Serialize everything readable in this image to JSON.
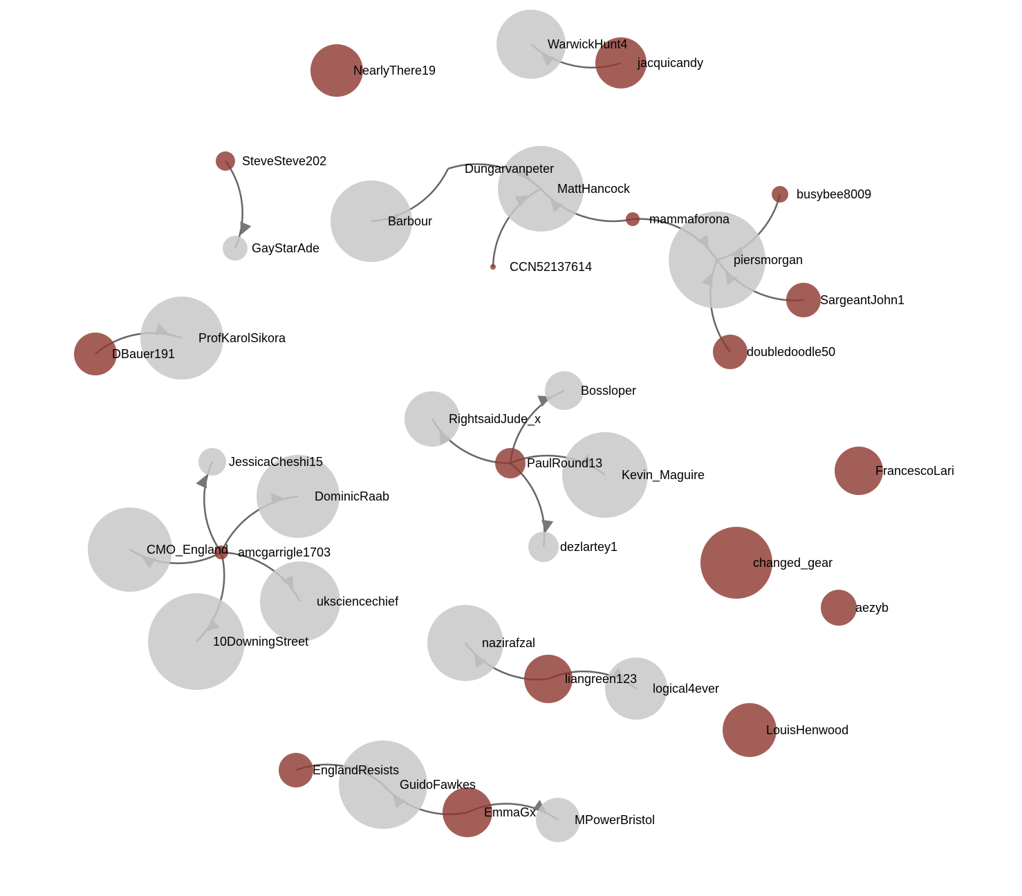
{
  "colors": {
    "highlighted": "#8f3a33",
    "default": "#c8c8c8",
    "edge": "#666666"
  },
  "nodes": [
    {
      "id": "NearlyThere19",
      "group": "highlighted"
    },
    {
      "id": "WarwickHunt4",
      "group": "default"
    },
    {
      "id": "jacquicandy",
      "group": "highlighted"
    },
    {
      "id": "SteveSteve202",
      "group": "highlighted"
    },
    {
      "id": "GayStarAde",
      "group": "default"
    },
    {
      "id": "Barbour",
      "group": "default"
    },
    {
      "id": "Dungarvanpeter",
      "group": "default"
    },
    {
      "id": "MattHancock",
      "group": "default"
    },
    {
      "id": "mammaforona",
      "group": "highlighted"
    },
    {
      "id": "CCN52137614",
      "group": "highlighted"
    },
    {
      "id": "busybee8009",
      "group": "highlighted"
    },
    {
      "id": "piersmorgan",
      "group": "default"
    },
    {
      "id": "SargeantJohn1",
      "group": "highlighted"
    },
    {
      "id": "doubledoodle50",
      "group": "highlighted"
    },
    {
      "id": "DBauer191",
      "group": "highlighted"
    },
    {
      "id": "ProfKarolSikora",
      "group": "default"
    },
    {
      "id": "Bossloper",
      "group": "default"
    },
    {
      "id": "RightsaidJude_x",
      "group": "default"
    },
    {
      "id": "PaulRound13",
      "group": "highlighted"
    },
    {
      "id": "Kevin_Maguire",
      "group": "default"
    },
    {
      "id": "dezlartey1",
      "group": "default"
    },
    {
      "id": "FrancescoLari",
      "group": "highlighted"
    },
    {
      "id": "JessicaCheshi15",
      "group": "default"
    },
    {
      "id": "DominicRaab",
      "group": "default"
    },
    {
      "id": "CMO_England",
      "group": "default"
    },
    {
      "id": "amcgarrigle1703",
      "group": "highlighted"
    },
    {
      "id": "10DowningStreet",
      "group": "default"
    },
    {
      "id": "uksciencechief",
      "group": "default"
    },
    {
      "id": "changed_gear",
      "group": "highlighted"
    },
    {
      "id": "aezyb",
      "group": "highlighted"
    },
    {
      "id": "nazirafzal",
      "group": "default"
    },
    {
      "id": "liangreen123",
      "group": "highlighted"
    },
    {
      "id": "logical4ever",
      "group": "default"
    },
    {
      "id": "LouisHenwood",
      "group": "highlighted"
    },
    {
      "id": "EnglandResists",
      "group": "highlighted"
    },
    {
      "id": "GuidoFawkes",
      "group": "default"
    },
    {
      "id": "EmmaGx",
      "group": "highlighted"
    },
    {
      "id": "MPowerBristol",
      "group": "default"
    }
  ],
  "edges": [
    {
      "source": "jacquicandy",
      "target": "WarwickHunt4"
    },
    {
      "source": "SteveSteve202",
      "target": "GayStarAde"
    },
    {
      "source": "Dungarvanpeter",
      "target": "Barbour"
    },
    {
      "source": "Dungarvanpeter",
      "target": "MattHancock"
    },
    {
      "source": "CCN52137614",
      "target": "MattHancock"
    },
    {
      "source": "mammaforona",
      "target": "MattHancock"
    },
    {
      "source": "mammaforona",
      "target": "piersmorgan"
    },
    {
      "source": "busybee8009",
      "target": "piersmorgan"
    },
    {
      "source": "SargeantJohn1",
      "target": "piersmorgan"
    },
    {
      "source": "doubledoodle50",
      "target": "piersmorgan"
    },
    {
      "source": "DBauer191",
      "target": "ProfKarolSikora"
    },
    {
      "source": "PaulRound13",
      "target": "Bossloper"
    },
    {
      "source": "PaulRound13",
      "target": "RightsaidJude_x"
    },
    {
      "source": "PaulRound13",
      "target": "Kevin_Maguire"
    },
    {
      "source": "PaulRound13",
      "target": "dezlartey1"
    },
    {
      "source": "amcgarrigle1703",
      "target": "JessicaCheshi15"
    },
    {
      "source": "amcgarrigle1703",
      "target": "DominicRaab"
    },
    {
      "source": "amcgarrigle1703",
      "target": "CMO_England"
    },
    {
      "source": "amcgarrigle1703",
      "target": "uksciencechief"
    },
    {
      "source": "amcgarrigle1703",
      "target": "10DowningStreet"
    },
    {
      "source": "liangreen123",
      "target": "nazirafzal"
    },
    {
      "source": "liangreen123",
      "target": "logical4ever"
    },
    {
      "source": "EnglandResists",
      "target": "GuidoFawkes"
    },
    {
      "source": "EmmaGx",
      "target": "GuidoFawkes"
    },
    {
      "source": "EmmaGx",
      "target": "MPowerBristol"
    }
  ]
}
